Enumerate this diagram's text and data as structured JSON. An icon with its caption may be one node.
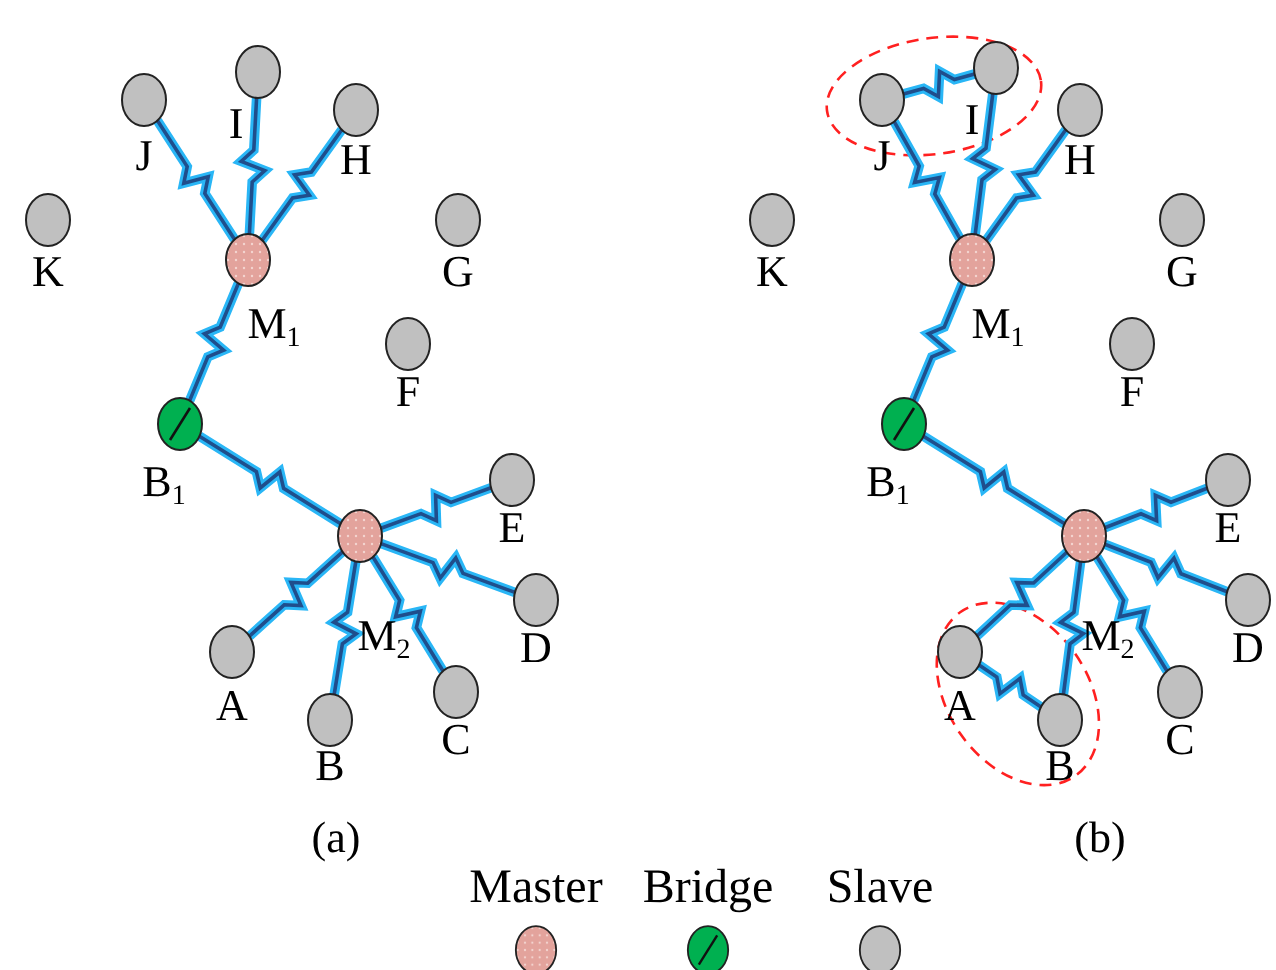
{
  "diagram": {
    "nodes": [
      {
        "text": [
          "J"
        ]
      },
      {
        "text": [
          "I"
        ]
      },
      {
        "text": [
          "H"
        ]
      },
      {
        "text": [
          "K"
        ]
      },
      {
        "text": [
          "G"
        ]
      },
      {
        "text": [
          "M$_{1}$"
        ]
      },
      {
        "text": [
          "F"
        ]
      },
      {
        "text": [
          "B$_{1}$"
        ]
      },
      {
        "text": [
          "M$_{2}$"
        ]
      },
      {
        "text": [
          "E"
        ]
      },
      {
        "text": [
          "D"
        ]
      },
      {
        "text": [
          "C"
        ]
      },
      {
        "text": [
          "B"
        ]
      },
      {
        "text": [
          "A"
        ]
      },
      {
        "text": [
          "J"
        ]
      },
      {
        "text": [
          "I"
        ]
      },
      {
        "text": [
          "H"
        ]
      },
      {
        "text": [
          "K"
        ]
      },
      {
        "text": [
          "G"
        ]
      },
      {
        "text": [
          "M$_{1}$"
        ]
      },
      {
        "text": [
          "F"
        ]
      },
      {
        "text": [
          "B$_{1}$"
        ]
      },
      {
        "text": [
          "M$_{2}$"
        ]
      },
      {
        "text": [
          "E"
        ]
      },
      {
        "text": [
          "D"
        ]
      },
      {
        "text": [
          "C"
        ]
      },
      {
        "text": [
          "B"
        ]
      },
      {
        "text": [
          "A"
        ]
      }
    ],
    "edges": [
      {
        "from": 0,
        "to": 5,
        "arrow": "none"
      },
      {
        "from": 1,
        "to": 5,
        "arrow": "none"
      },
      {
        "from": 2,
        "to": 5,
        "arrow": "none"
      },
      {
        "from": 5,
        "to": 7,
        "arrow": "none"
      },
      {
        "from": 7,
        "to": 8,
        "arrow": "none"
      },
      {
        "from": 8,
        "to": 9,
        "arrow": "none"
      },
      {
        "from": 8,
        "to": 10,
        "arrow": "none"
      },
      {
        "from": 8,
        "to": 11,
        "arrow": "none"
      },
      {
        "from": 8,
        "to": 12,
        "arrow": "none"
      },
      {
        "from": 8,
        "to": 13,
        "arrow": "none"
      },
      {
        "from": 14,
        "to": 15,
        "arrow": "none"
      },
      {
        "from": 14,
        "to": 19,
        "arrow": "none"
      },
      {
        "from": 15,
        "to": 19,
        "arrow": "none"
      },
      {
        "from": 16,
        "to": 19,
        "arrow": "none"
      },
      {
        "from": 19,
        "to": 21,
        "arrow": "none"
      },
      {
        "from": 21,
        "to": 22,
        "arrow": "none"
      },
      {
        "from": 22,
        "to": 23,
        "arrow": "none"
      },
      {
        "from": 22,
        "to": 24,
        "arrow": "none"
      },
      {
        "from": 22,
        "to": 25,
        "arrow": "none"
      },
      {
        "from": 22,
        "to": 26,
        "arrow": "none"
      },
      {
        "from": 22,
        "to": 27,
        "arrow": "none"
      },
      {
        "from": 27,
        "to": 26,
        "arrow": "none"
      }
    ],
    "labels": [
      "(a)",
      "(b)"
    ],
    "legend": [
      {
        "text": "Master",
        "color": "#e3a39c"
      },
      {
        "text": "Bridge",
        "color": "#00b050"
      },
      {
        "text": "Slave",
        "color": "#c0c0c0"
      }
    ]
  }
}
